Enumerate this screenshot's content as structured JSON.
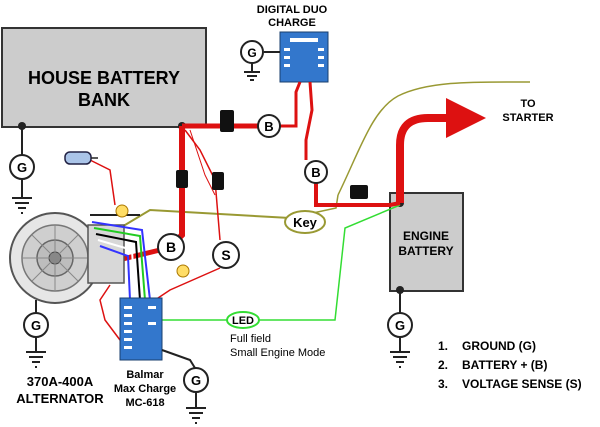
{
  "title": "DIGITAL DUO CHARGE",
  "title_line1": "DIGITAL DUO",
  "title_line2": "CHARGE",
  "house_battery_line1": "HOUSE BATTERY",
  "house_battery_line2": "BANK",
  "engine_battery_line1": "ENGINE",
  "engine_battery_line2": "BATTERY",
  "to_starter_line1": "TO",
  "to_starter_line2": "STARTER",
  "key_label": "Key",
  "led_label": "LED",
  "full_field_line1": "Full field",
  "full_field_line2": "Small Engine Mode",
  "alternator_line1": "370A-400A",
  "alternator_line2": "ALTERNATOR",
  "regulator_line1": "Balmar",
  "regulator_line2": "Max Charge",
  "regulator_line3": "MC-618",
  "node_g": "G",
  "node_b": "B",
  "node_s": "S",
  "legend": [
    {
      "num": "1.",
      "text": "GROUND (G)"
    },
    {
      "num": "2.",
      "text": "BATTERY + (B)"
    },
    {
      "num": "3.",
      "text": "VOLTAGE SENSE (S)"
    }
  ],
  "colors": {
    "battery_fill": "#cccccc",
    "cable_red": "#dd1111",
    "wire_olive": "#999933",
    "wire_green": "#33dd33",
    "module_blue": "#3377cc",
    "fuse_black": "#111111"
  }
}
